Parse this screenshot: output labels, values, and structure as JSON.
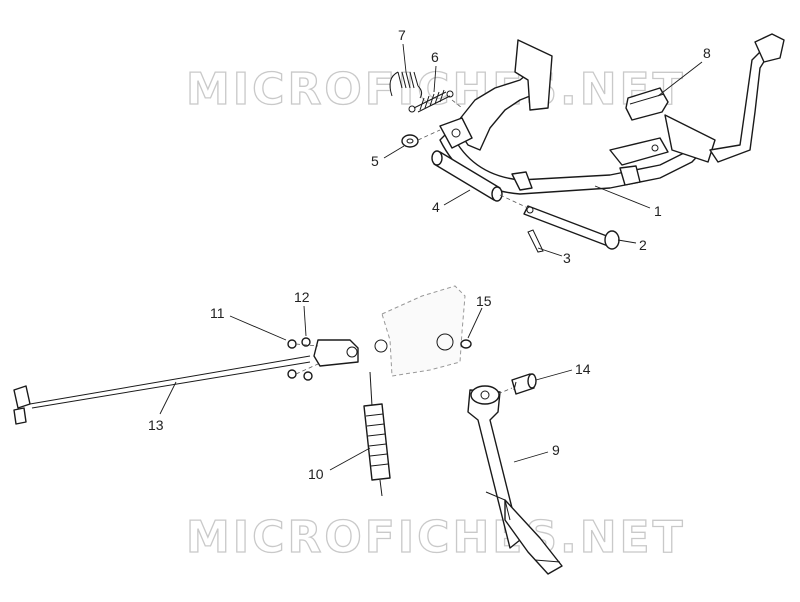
{
  "watermarks": [
    "MICROFICHES.NET",
    "MICROFICHES.NET"
  ],
  "callouts": [
    "1",
    "2",
    "3",
    "4",
    "5",
    "6",
    "7",
    "8",
    "9",
    "10",
    "11",
    "12",
    "13",
    "14",
    "15"
  ],
  "colors": {
    "line": "#1a1a1a",
    "watermark": "#c9c9c9",
    "background": "#ffffff"
  }
}
